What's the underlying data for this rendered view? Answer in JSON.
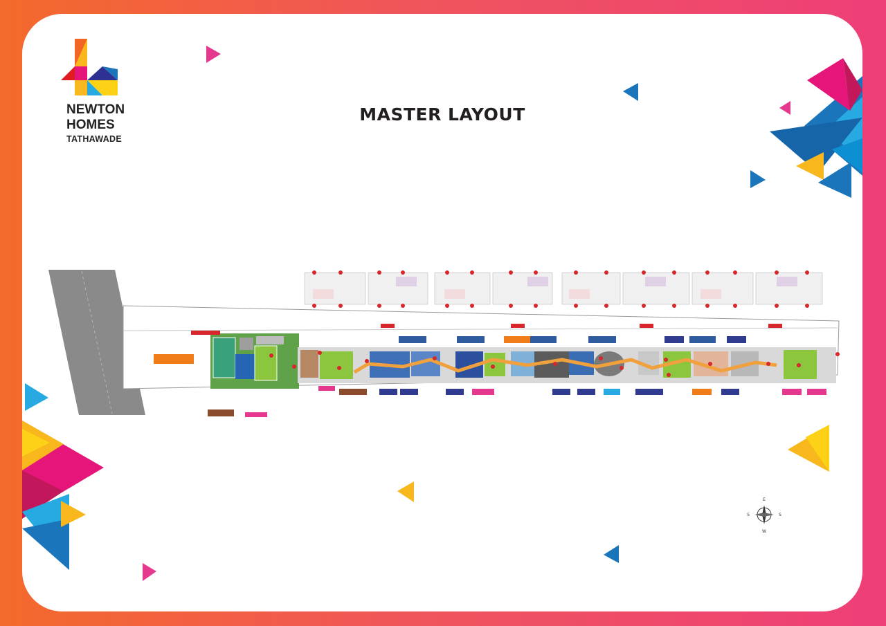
{
  "brand": {
    "line1": "NEWTON",
    "line2": "HOMES",
    "location": "TATHAWADE"
  },
  "page": {
    "title": "MASTER LAYOUT"
  },
  "compass": {
    "north_label": "E",
    "south_label": "W",
    "west_label": "S",
    "east_label": "S"
  },
  "colors": {
    "frame_left": "#f36a2c",
    "frame_right": "#ee3f78",
    "zone_blue": "#2e3b8f",
    "zone_red": "#d9262c",
    "zone_orange": "#f07d1a",
    "zone_pink": "#e5388f",
    "lawn_green": "#8cc63f"
  }
}
